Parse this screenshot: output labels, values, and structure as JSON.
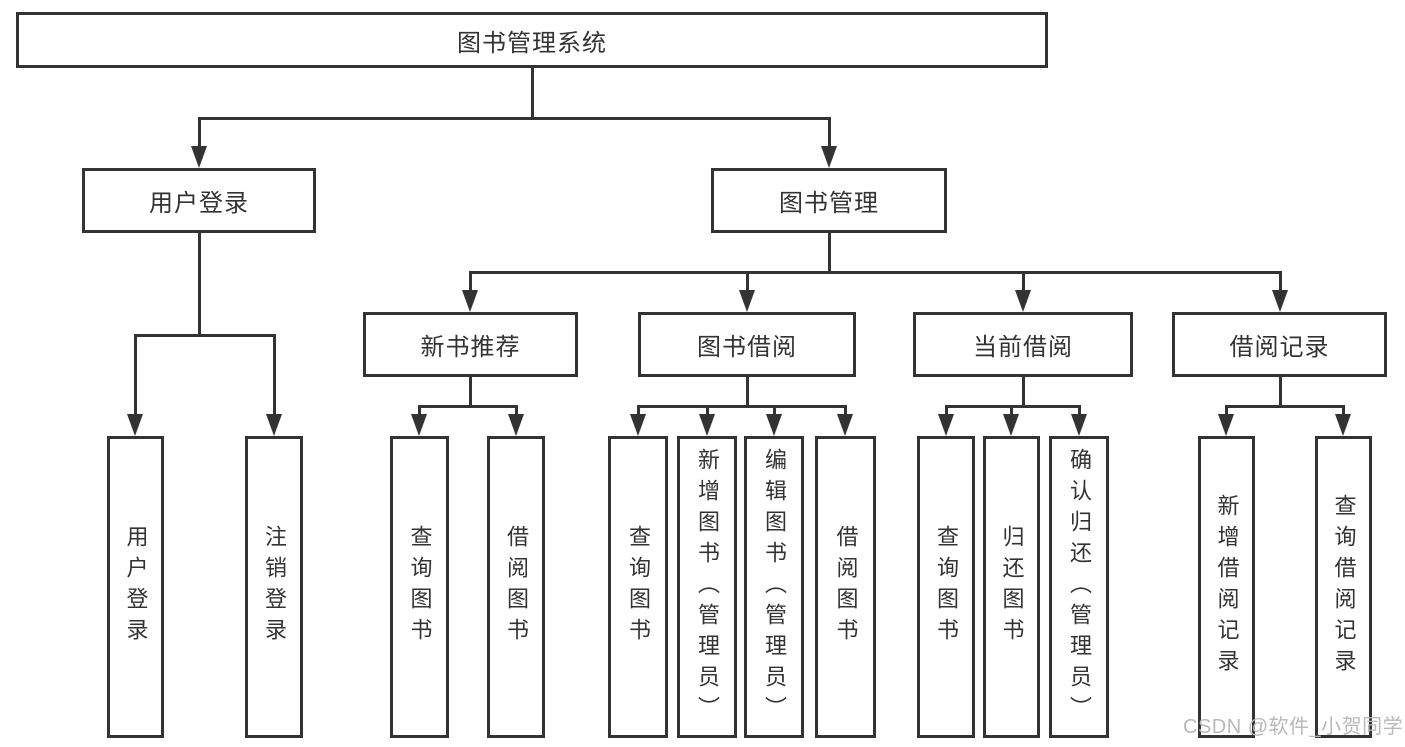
{
  "diagram": {
    "root": {
      "label": "图书管理系统"
    },
    "level2": [
      {
        "label": "用户登录"
      },
      {
        "label": "图书管理"
      }
    ],
    "level3": [
      {
        "label": "新书推荐"
      },
      {
        "label": "图书借阅"
      },
      {
        "label": "当前借阅"
      },
      {
        "label": "借阅记录"
      }
    ],
    "leaves": {
      "user_login": [
        {
          "label": "用户登录"
        },
        {
          "label": "注销登录"
        }
      ],
      "new_books": [
        {
          "label": "查询图书"
        },
        {
          "label": "借阅图书"
        }
      ],
      "book_borrow": [
        {
          "label": "查询图书"
        },
        {
          "label": "新增图书（管理员）"
        },
        {
          "label": "编辑图书（管理员）"
        },
        {
          "label": "借阅图书"
        }
      ],
      "current_borrow": [
        {
          "label": "查询图书"
        },
        {
          "label": "归还图书"
        },
        {
          "label": "确认归还（管理员）"
        }
      ],
      "borrow_records": [
        {
          "label": "新增借阅记录"
        },
        {
          "label": "查询借阅记录"
        }
      ]
    }
  },
  "watermark": {
    "text": "CSDN @软件_小贺同学",
    "color": "#b9b9b9"
  },
  "colors": {
    "line": "#333333",
    "text": "#333333",
    "background": "#ffffff"
  }
}
